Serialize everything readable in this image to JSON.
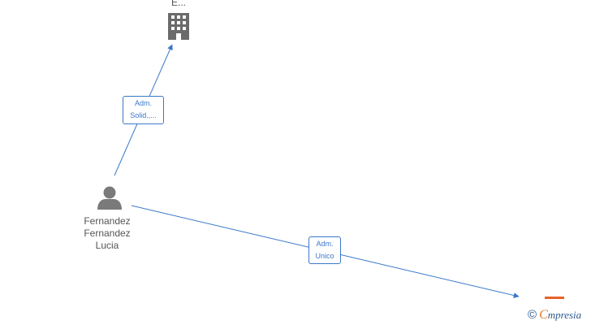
{
  "nodes": {
    "company_top": {
      "label": "E...",
      "icon": "building-icon",
      "color": "#6b6b6b"
    },
    "person": {
      "label_lines": [
        "Fernandez",
        "Fernandez",
        "Lucia"
      ],
      "icon": "person-icon",
      "color": "#7a7a7a"
    },
    "company_bottom": {
      "icon": "building-icon",
      "color": "#e8622a"
    }
  },
  "edges": {
    "to_top": {
      "label_lines": [
        "Adm.",
        "Solid.,..."
      ]
    },
    "to_bottom": {
      "label_lines": [
        "Adm.",
        "Unico"
      ]
    }
  },
  "colors": {
    "edge": "#3a78c9"
  },
  "brand": {
    "copyright": "©",
    "name_first": "C",
    "name_rest": "mpresia"
  }
}
